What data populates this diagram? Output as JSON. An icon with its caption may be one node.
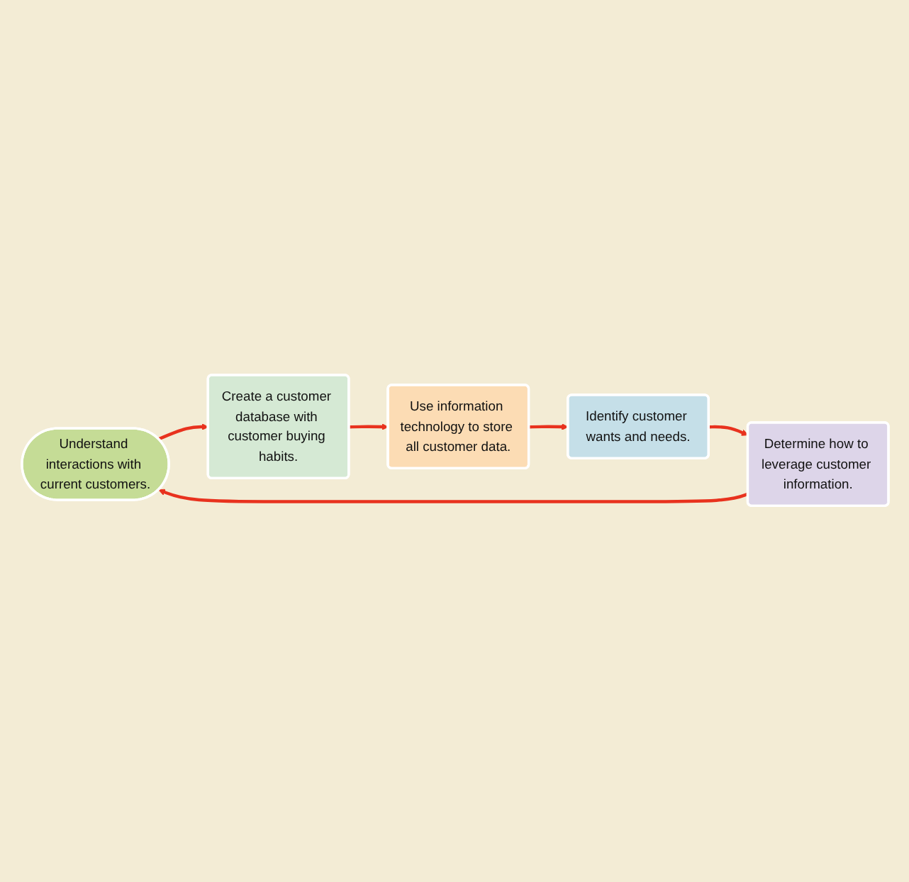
{
  "diagram": {
    "nodes": [
      {
        "text": [
          "Understand interactions with current customers."
        ]
      },
      {
        "text": [
          "Create a customer database with customer buying habits."
        ]
      },
      {
        "text": [
          "Use information technology to store all customer data."
        ]
      },
      {
        "text": [
          "Identify customer wants and needs."
        ]
      },
      {
        "text": [
          "Determine how to leverage customer information."
        ]
      }
    ],
    "edges": [
      {
        "from": 0,
        "to": 1,
        "arrow": "to"
      },
      {
        "from": 1,
        "to": 2,
        "arrow": "to"
      },
      {
        "from": 2,
        "to": 3,
        "arrow": "to"
      },
      {
        "from": 3,
        "to": 4,
        "arrow": "to"
      },
      {
        "from": 4,
        "to": 0,
        "arrow": "to"
      }
    ]
  }
}
